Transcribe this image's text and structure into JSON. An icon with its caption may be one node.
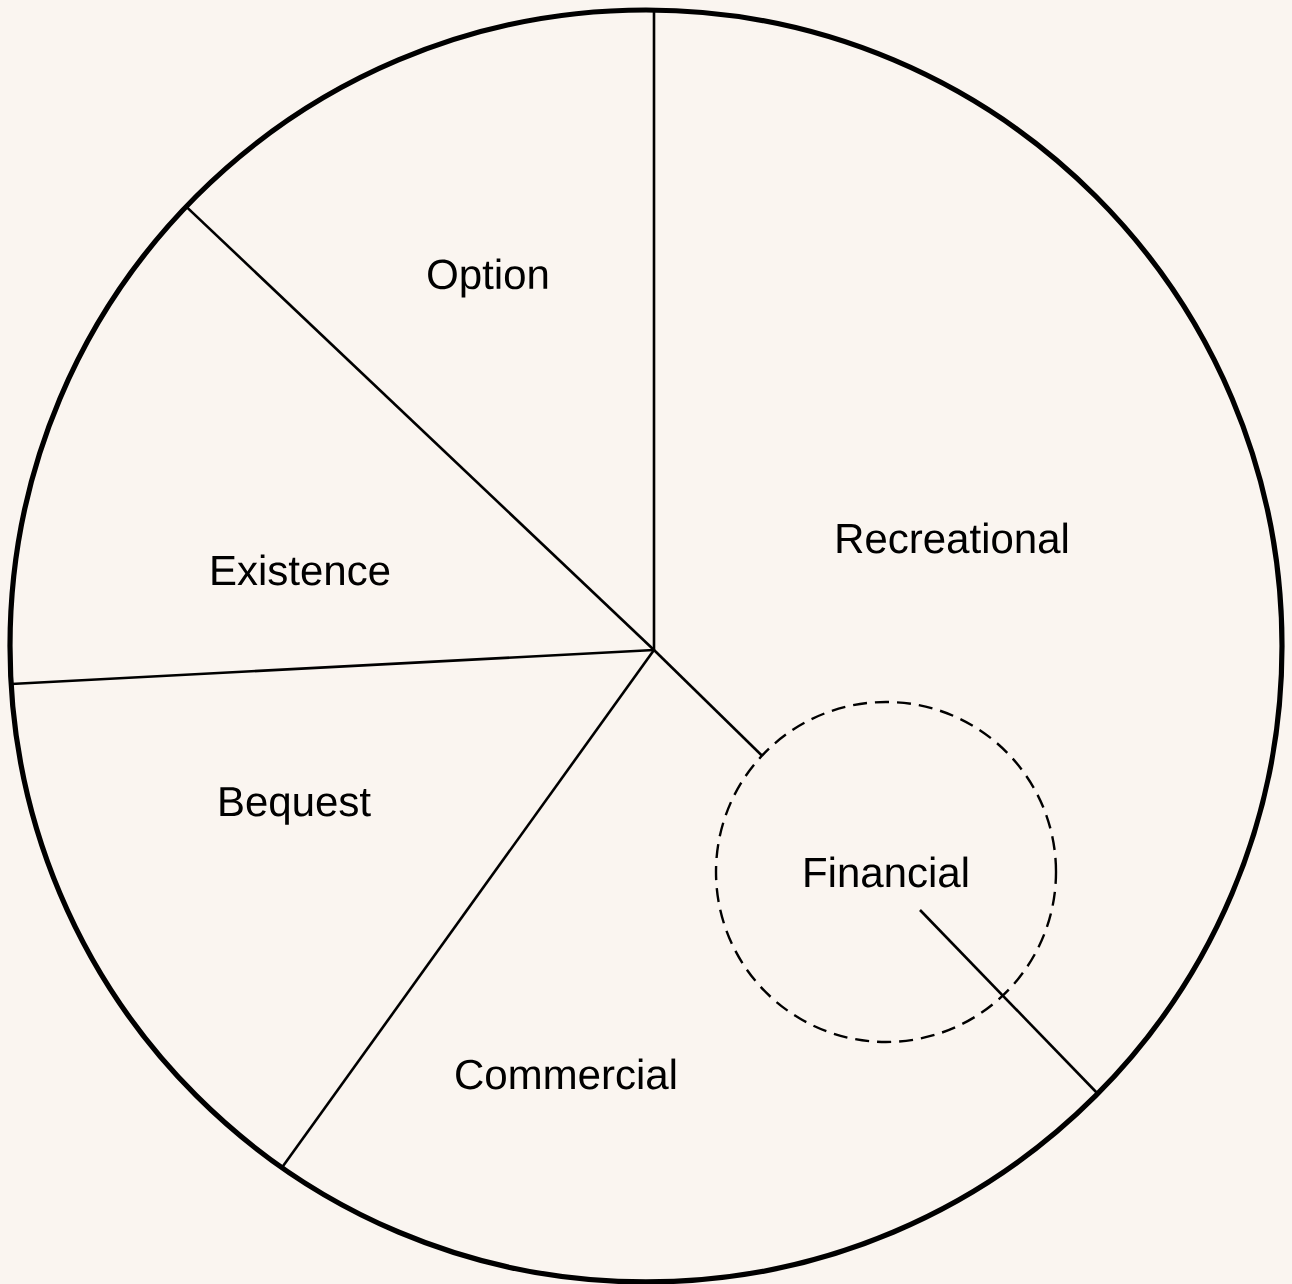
{
  "diagram": {
    "nodes": [
      {
        "text": [
          "Option"
        ]
      },
      {
        "text": [
          "Recreational"
        ]
      },
      {
        "text": [
          "Existence"
        ]
      },
      {
        "text": [
          "Bequest"
        ]
      },
      {
        "text": [
          "Financial"
        ]
      },
      {
        "text": [
          "Commercial"
        ]
      }
    ]
  }
}
